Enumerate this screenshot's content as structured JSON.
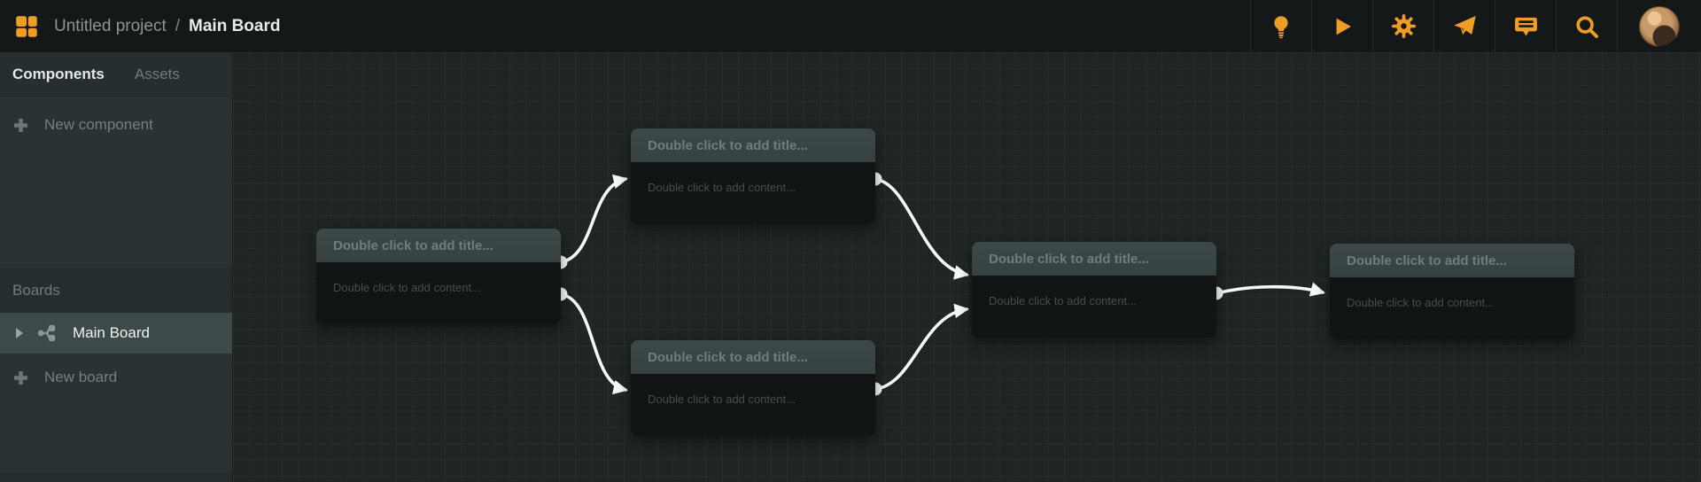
{
  "topbar": {
    "project_name": "Untitled project",
    "breadcrumb_separator": "/",
    "board_name": "Main Board",
    "action_icons": [
      {
        "name": "lightbulb-icon"
      },
      {
        "name": "play-icon"
      },
      {
        "name": "gear-icon"
      },
      {
        "name": "paper-plane-icon"
      },
      {
        "name": "comment-icon"
      },
      {
        "name": "search-icon"
      },
      {
        "name": "user-avatar"
      }
    ]
  },
  "sidebar": {
    "tabs": [
      {
        "label": "Components",
        "active": true
      },
      {
        "label": "Assets",
        "active": false
      }
    ],
    "new_component_label": "New component",
    "boards_section_label": "Boards",
    "boards": [
      {
        "label": "Main Board",
        "selected": true
      }
    ],
    "new_board_label": "New board"
  },
  "canvas": {
    "nodes": [
      {
        "title": "Double click to add title...",
        "content": "Double click to add content..."
      },
      {
        "title": "Double click to add title...",
        "content": "Double click to add content..."
      },
      {
        "title": "Double click to add title...",
        "content": "Double click to add content..."
      },
      {
        "title": "Double click to add title...",
        "content": "Double click to add content..."
      },
      {
        "title": "Double click to add title...",
        "content": "Double click to add content..."
      }
    ],
    "connection_count": 5
  },
  "colors": {
    "accent_orange": "#ef9d26",
    "wire_white": "#f7f9f9",
    "selected_row": "#3e4949",
    "canvas_background": "#1f2424",
    "topbar_background": "#141818",
    "sidebar_background": "#2b3233"
  }
}
